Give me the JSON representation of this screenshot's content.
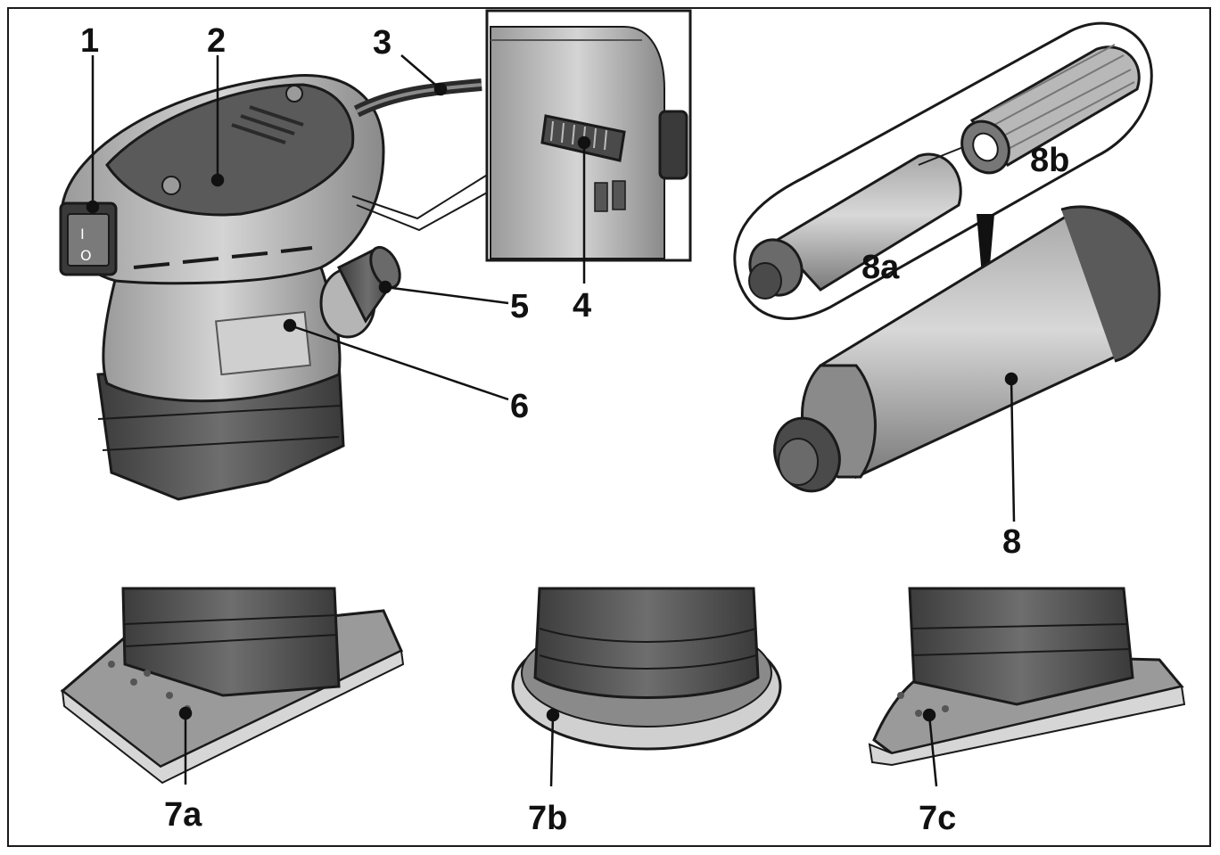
{
  "callouts": {
    "c1": "1",
    "c2": "2",
    "c3": "3",
    "c4": "4",
    "c5": "5",
    "c6": "6",
    "c7a": "7a",
    "c7b": "7b",
    "c7c": "7c",
    "c8": "8",
    "c8a": "8a",
    "c8b": "8b"
  },
  "colors": {
    "dark": "#4a4a4a",
    "mid": "#8c8c8c",
    "light": "#c8c8c8",
    "outline": "#1a1a1a"
  }
}
